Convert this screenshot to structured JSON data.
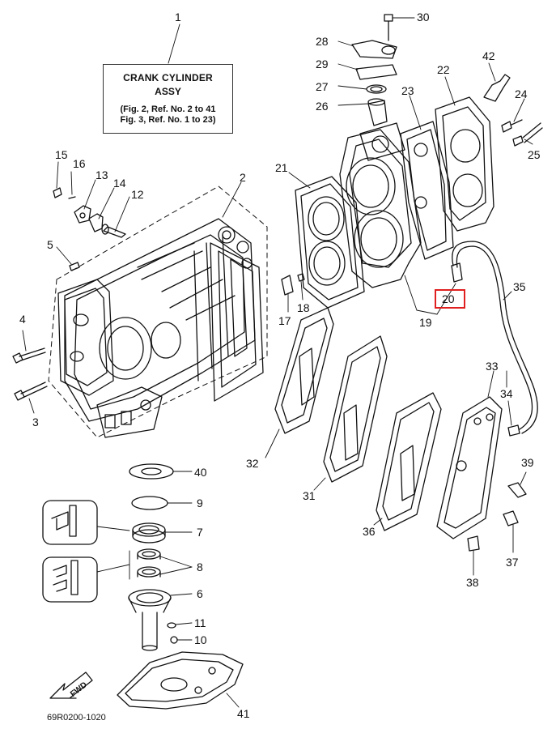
{
  "title_box": {
    "line1": "CRANK  CYLINDER",
    "line2": "ASSY",
    "line3": "(Fig. 2, Ref. No. 2 to 41",
    "line4": "Fig. 3, Ref. No. 1 to 23)"
  },
  "part_labels": {
    "p1": "1",
    "p2": "2",
    "p3": "3",
    "p4": "4",
    "p5": "5",
    "p6": "6",
    "p7": "7",
    "p8": "8",
    "p9": "9",
    "p10": "10",
    "p11": "11",
    "p12": "12",
    "p13": "13",
    "p14": "14",
    "p15": "15",
    "p16": "16",
    "p17": "17",
    "p18": "18",
    "p19": "19",
    "p20": "20",
    "p21": "21",
    "p22": "22",
    "p23": "23",
    "p24": "24",
    "p25": "25",
    "p26": "26",
    "p27": "27",
    "p28": "28",
    "p29": "29",
    "p30": "30",
    "p31": "31",
    "p32": "32",
    "p33": "33",
    "p34": "34",
    "p35": "35",
    "p36": "36",
    "p37": "37",
    "p38": "38",
    "p39": "39",
    "p40": "40",
    "p41": "41",
    "p42": "42"
  },
  "highlight": {
    "part": "20",
    "color": "#e02020"
  },
  "fwd_label": "FWD",
  "diagram_code": "69R0200-1020"
}
